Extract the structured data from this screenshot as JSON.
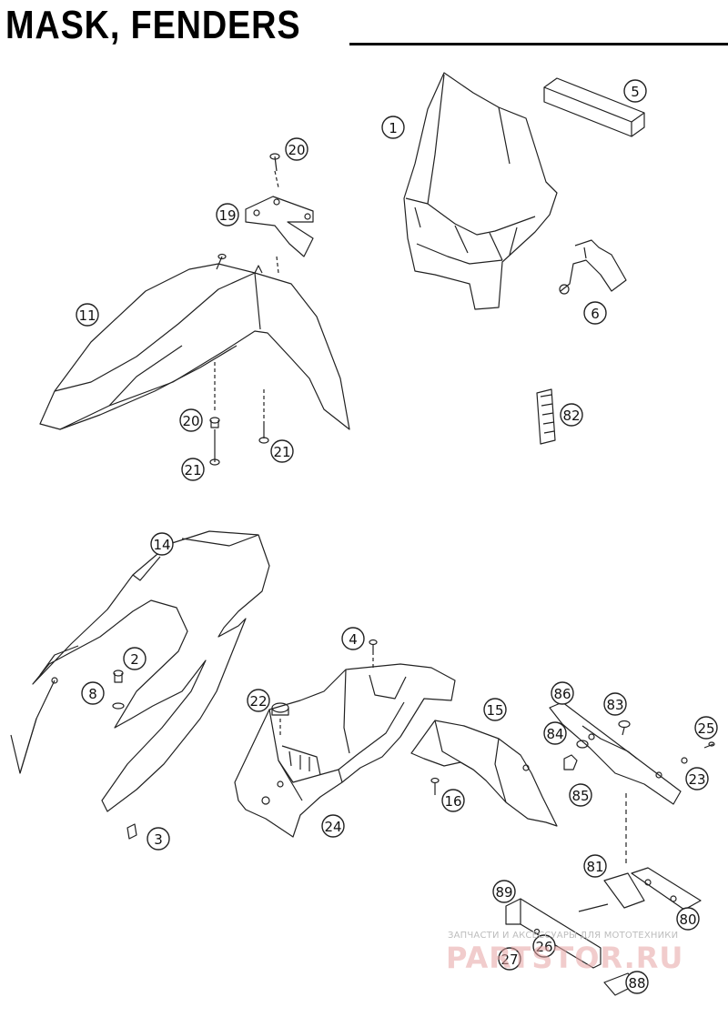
{
  "title": "MASK, FENDERS",
  "callouts": [
    {
      "id": "1",
      "label": "1"
    },
    {
      "id": "5",
      "label": "5"
    },
    {
      "id": "6",
      "label": "6"
    },
    {
      "id": "82",
      "label": "82"
    },
    {
      "id": "20a",
      "label": "20"
    },
    {
      "id": "19",
      "label": "19"
    },
    {
      "id": "11",
      "label": "11"
    },
    {
      "id": "20b",
      "label": "20"
    },
    {
      "id": "21a",
      "label": "21"
    },
    {
      "id": "21b",
      "label": "21"
    },
    {
      "id": "14",
      "label": "14"
    },
    {
      "id": "2",
      "label": "2"
    },
    {
      "id": "8",
      "label": "8"
    },
    {
      "id": "3",
      "label": "3"
    },
    {
      "id": "4",
      "label": "4"
    },
    {
      "id": "22",
      "label": "22"
    },
    {
      "id": "24",
      "label": "24"
    },
    {
      "id": "15",
      "label": "15"
    },
    {
      "id": "16",
      "label": "16"
    },
    {
      "id": "86",
      "label": "86"
    },
    {
      "id": "83",
      "label": "83"
    },
    {
      "id": "84",
      "label": "84"
    },
    {
      "id": "85",
      "label": "85"
    },
    {
      "id": "25",
      "label": "25"
    },
    {
      "id": "23",
      "label": "23"
    },
    {
      "id": "81",
      "label": "81"
    },
    {
      "id": "89",
      "label": "89"
    },
    {
      "id": "80",
      "label": "80"
    },
    {
      "id": "26",
      "label": "26"
    },
    {
      "id": "27",
      "label": "27"
    },
    {
      "id": "88",
      "label": "88"
    }
  ],
  "watermark": {
    "line1": "ЗАПЧАСТИ И АКСЕССУАРЫ ДЛЯ МОТОТЕХНИКИ",
    "brand": "PARTSTOR.RU"
  }
}
